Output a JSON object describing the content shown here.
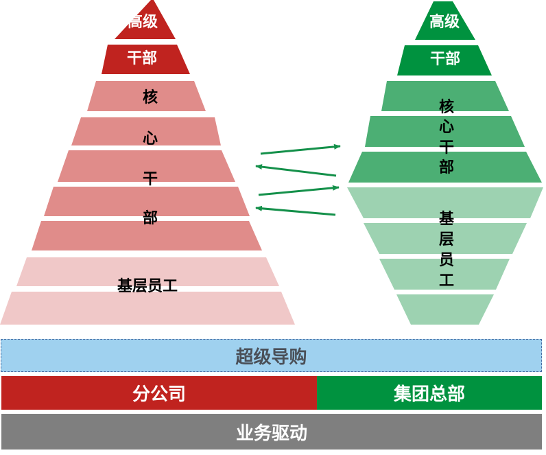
{
  "left_pyramid": {
    "top_label": "高级",
    "second_label": "干部",
    "core_chars": [
      "核",
      "心",
      "干",
      "部"
    ],
    "base_label": "基层员工",
    "colors": {
      "top": "#c0231f",
      "core": "#e08c8a",
      "base": "#f0c8c8"
    }
  },
  "right_pyramid": {
    "top_label": "高级",
    "second_label": "干部",
    "core_chars": [
      "核",
      "心",
      "干",
      "部"
    ],
    "base_chars": [
      "基",
      "层",
      "员",
      "工"
    ],
    "colors": {
      "top": "#00923f",
      "core": "#4caf74",
      "base": "#9dd2b1"
    }
  },
  "arrow_color": "#14904a",
  "bars": {
    "guide": "超级导购",
    "branch": "分公司",
    "hq": "集团总部",
    "drive": "业务驱动"
  }
}
